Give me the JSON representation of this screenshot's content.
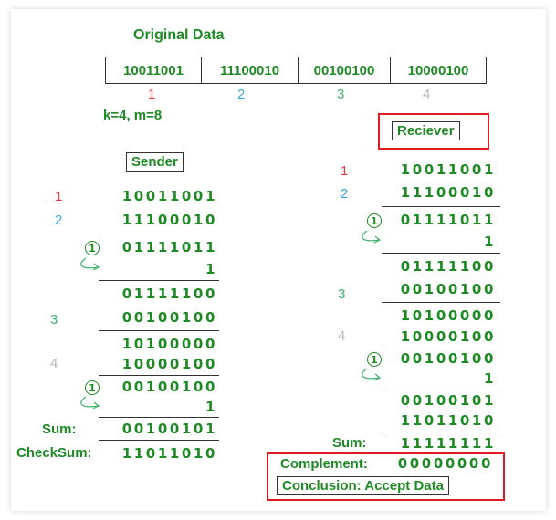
{
  "title": "Original Data",
  "params": "k=4, m=8",
  "segments": [
    {
      "bits": "10011001",
      "index": "1",
      "color": "#e0393e"
    },
    {
      "bits": "11100010",
      "index": "2",
      "color": "#3ea6e0"
    },
    {
      "bits": "00100100",
      "index": "3",
      "color": "#3fb36a"
    },
    {
      "bits": "10000100",
      "index": "4",
      "color": "#b9b9b9"
    }
  ],
  "sender": {
    "label": "Sender",
    "rows": [
      "10011001",
      "11100010",
      "01111011",
      "1",
      "01111100",
      "00100100",
      "10100000",
      "10000100",
      "00100100",
      "1",
      "00100101",
      "11011010"
    ],
    "carry": "1",
    "sum_label": "Sum:",
    "checksum_label": "CheckSum:"
  },
  "receiver": {
    "label": "Reciever",
    "rows": [
      "10011001",
      "11100010",
      "01111011",
      "1",
      "01111100",
      "00100100",
      "10100000",
      "10000100",
      "00100100",
      "1",
      "00100101",
      "11011010",
      "11111111"
    ],
    "carry": "1",
    "sum_label": "Sum:",
    "complement_label": "Complement:",
    "complement_value": "00000000",
    "conclusion": "Conclusion: Accept Data"
  }
}
